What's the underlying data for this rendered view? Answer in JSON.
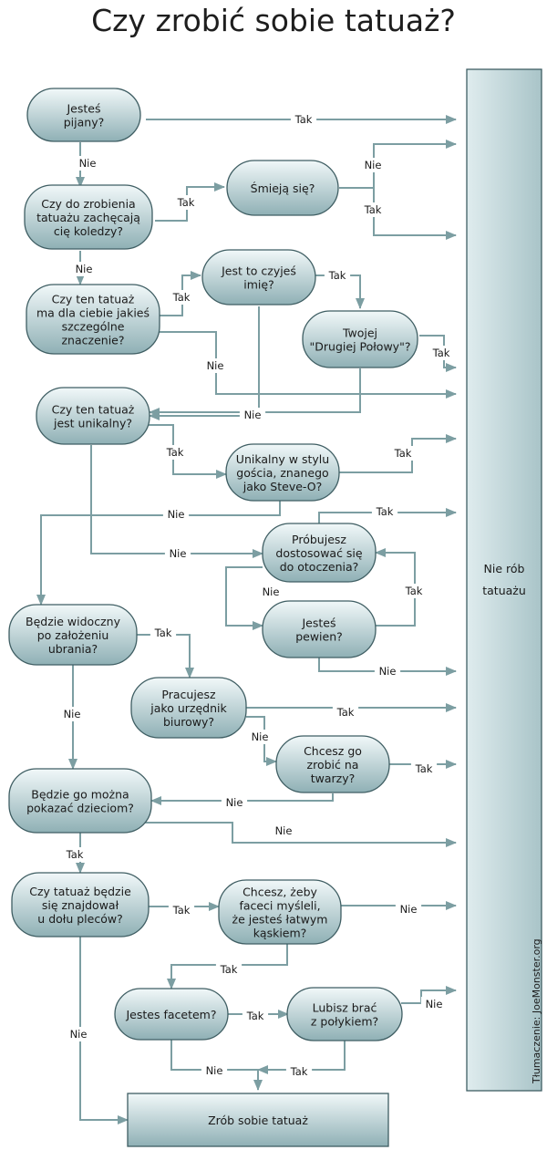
{
  "title": "Czy zrobić sobie tatuaż?",
  "credit": "Tłumaczenie: JoeMonster.org",
  "colors": {
    "node_top": "#f1f8f9",
    "node_bottom": "#8fb0b5",
    "edge": "#7c9ea2",
    "outline": "#3f5e63",
    "text": "#1a1a1a"
  },
  "nodes": {
    "pijany": "Jesteś\npijany?",
    "koledzy": "Czy do zrobienia\ntatuażu zachęcają\ncię koledzy?",
    "smieja": "Śmieją się?",
    "czyjes": "Jest to czyjeś\nimię?",
    "znaczenie": "Czy ten tatuaż\nma dla ciebie jakieś\nszczególne\nznaczenie?",
    "polowa": "Twojej\n\"Drugiej Połowy\"?",
    "unikalny": "Czy ten tatuaż\njest unikalny?",
    "steveo": "Unikalny w stylu\ngościa, znanego\njako Steve-O?",
    "otoczenie": "Próbujesz\ndostosować się\ndo otoczenia?",
    "pewien": "Jesteś\npewien?",
    "widoczny": "Będzie widoczny\npo założeniu\nubrania?",
    "urzednik": "Pracujesz\njako urzędnik\nbiurowy?",
    "twarz": "Chcesz go\nzrobić na\ntwarzy?",
    "dzieciom": "Będzie go można\npokazać dzieciom?",
    "plecy": "Czy tatuaż będzie\nsię znajdował\nu dołu pleców?",
    "faceci": "Chcesz, żeby\nfaceci myśleli,\nże jesteś łatwym\nkąskiem?",
    "facet": "Jestes facetem?",
    "polykiem": "Lubisz brać\nz połykiem?",
    "nierob": "Nie rób\ntatuażu",
    "zrob": "Zrób sobie tatuaż"
  },
  "labels": {
    "pijany_tak": "Tak",
    "pijany_nie": "Nie",
    "koledzy_tak": "Tak",
    "koledzy_nie": "Nie",
    "smieja_nie": "Nie",
    "smieja_tak": "Tak",
    "znaczenie_tak": "Tak",
    "znaczenie_nie": "Nie",
    "czyjes_tak": "Tak",
    "czyjes_nie": "Nie",
    "polowa_tak": "Tak",
    "unikalny_tak": "Tak",
    "unikalny_nie": "Nie",
    "steveo_tak": "Tak",
    "steveo_nie": "Nie",
    "otoczenie_tak": "Tak",
    "otoczenie_nie": "Nie",
    "pewien_tak": "Tak",
    "pewien_nie": "Nie",
    "widoczny_tak": "Tak",
    "widoczny_nie": "Nie",
    "urzednik_tak": "Tak",
    "urzednik_nie": "Nie",
    "twarz_tak": "Tak",
    "twarz_nie": "Nie",
    "dzieciom_nie": "Nie",
    "dzieciom_tak": "Tak",
    "plecy_tak": "Tak",
    "plecy_nie": "Nie",
    "faceci_nie": "Nie",
    "faceci_tak": "Tak",
    "facet_tak": "Tak",
    "facet_nie": "Nie",
    "polykiem_nie": "Nie",
    "polykiem_tak": "Tak"
  }
}
